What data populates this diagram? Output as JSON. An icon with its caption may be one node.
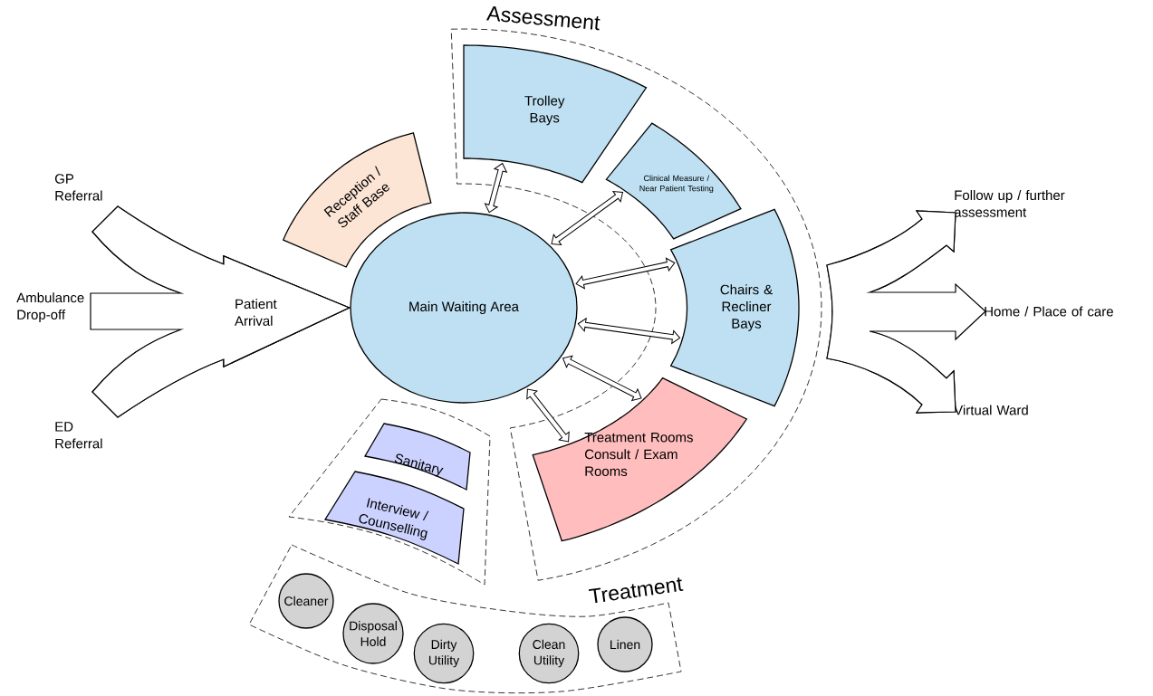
{
  "diagram": {
    "nodes": [
      {
        "text": [
          "Assessment",
          "Treatment"
        ]
      },
      {
        "text": [
          "Trolley Bays"
        ],
        "in": 0
      },
      {
        "text": [
          "Clinical Measure / Near Patient Testing"
        ],
        "in": 0
      },
      {
        "text": [
          "Chairs & Recliner Bays"
        ],
        "in": 0
      },
      {
        "text": [
          "Treatment Rooms Consult / Exam Rooms"
        ],
        "in": 0
      },
      {
        "text": [
          "Reception / Staff Base"
        ]
      },
      {
        "text": [
          "Main Waiting Area"
        ]
      },
      {
        "text": [],
        "shape": "box"
      },
      {
        "text": [
          "Sanitary"
        ],
        "in": 7
      },
      {
        "text": [
          "Interview / Counselling"
        ],
        "in": 7
      },
      {
        "text": [],
        "shape": "box"
      },
      {
        "text": [
          "Cleaner"
        ],
        "in": 10
      },
      {
        "text": [
          "Disposal Hold"
        ],
        "in": 10
      },
      {
        "text": [
          "Dirty Utility"
        ],
        "in": 10
      },
      {
        "text": [
          "Clean Utility"
        ],
        "in": 10
      },
      {
        "text": [
          "Linen"
        ],
        "in": 10
      },
      {
        "text": [
          "GP Referral"
        ]
      },
      {
        "text": [
          "Ambulance Drop-off"
        ]
      },
      {
        "text": [
          "ED Referral"
        ]
      },
      {
        "text": [
          "Follow up / further assessment"
        ]
      },
      {
        "text": [
          "Home / Place of care"
        ]
      },
      {
        "text": [
          "Virtual Ward"
        ]
      }
    ],
    "edges": [
      {
        "from": 16,
        "to": 6,
        "arrow": "to"
      },
      {
        "from": 17,
        "to": 6,
        "arrow": "to",
        "label": "Patient Arrival"
      },
      {
        "from": 18,
        "to": 6,
        "arrow": "to"
      },
      {
        "from": 0,
        "to": 19,
        "arrow": "to"
      },
      {
        "from": 0,
        "to": 20,
        "arrow": "to"
      },
      {
        "from": 0,
        "to": 21,
        "arrow": "to"
      },
      {
        "from": 6,
        "to": 1,
        "arrow": "both"
      },
      {
        "from": 6,
        "to": 2,
        "arrow": "both"
      },
      {
        "from": 6,
        "to": 3,
        "arrow": "both"
      },
      {
        "from": 6,
        "to": 3,
        "arrow": "both"
      },
      {
        "from": 6,
        "to": 4,
        "arrow": "both"
      },
      {
        "from": 6,
        "to": 4,
        "arrow": "both"
      }
    ]
  }
}
